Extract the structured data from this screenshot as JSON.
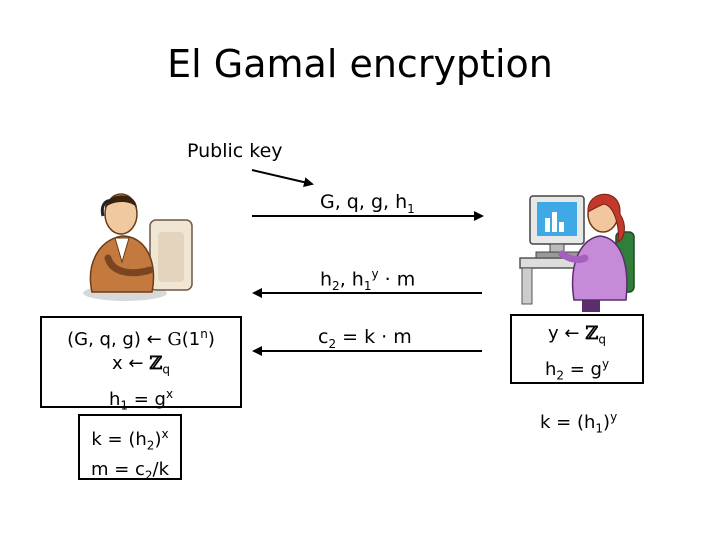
{
  "title": "El Gamal encryption",
  "public_key_label": "Public key",
  "msg1": {
    "a": "G, q, g, h",
    "a_sub": "1"
  },
  "msg2": {
    "a": "h",
    "a_sub": "2",
    "b": ", ",
    "c": "h",
    "c_sub": "1",
    "c_sup": "y",
    "d": " · m"
  },
  "msg3": {
    "a": "c",
    "a_sub": "2",
    "b": " =  k · m"
  },
  "alice_key": {
    "l1_a": "(G, q, g) ← ",
    "l1_g": "G",
    "l1_b": "(1",
    "l1_n": "n",
    "l1_c": ")",
    "l2_a": "x ← ",
    "l2_z": "ℤ",
    "l2_q": "q",
    "l3_a": "h",
    "l3_sub": "1",
    "l3_b": " = g",
    "l3_sup": "x"
  },
  "alice_dec": {
    "l1_a": "k = (h",
    "l1_sub": "2",
    "l1_b": ")",
    "l1_sup": "x",
    "l2_a": "m = c",
    "l2_sub": "2",
    "l2_b": "/k"
  },
  "bob_key": {
    "l1_a": "y ← ",
    "l1_z": "ℤ",
    "l1_q": "q",
    "l2_a": "h",
    "l2_sub": "2",
    "l2_b": " = g",
    "l2_sup": "y"
  },
  "bob_k": {
    "a": "k = (h",
    "sub": "1",
    "b": ")",
    "sup": "y"
  }
}
